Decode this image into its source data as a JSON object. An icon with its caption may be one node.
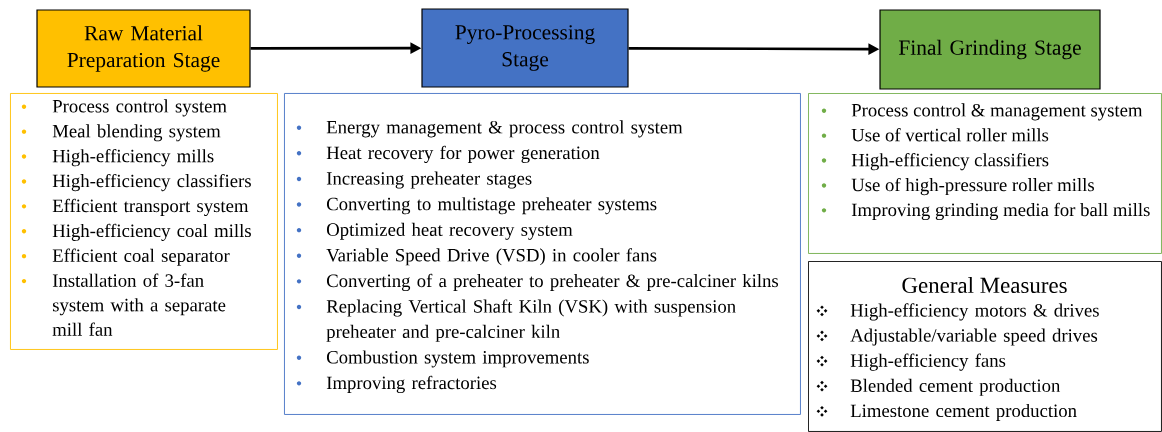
{
  "diagram": {
    "nodes": [
      {
        "text": [
          "Raw Material Preparation Stage"
        ]
      },
      {
        "text": [
          "Pyro-Processing Stage"
        ]
      },
      {
        "text": [
          "Final Grinding Stage"
        ]
      },
      {
        "text": [
          "Process control system",
          "Meal blending system",
          "High-efficiency mills",
          "High-efficiency classifiers",
          "Efficient transport system",
          "High-efficiency coal mills",
          "Efficient coal separator",
          "Installation of 3-fan system with a separate mill fan"
        ]
      },
      {
        "text": [
          "Energy management & process control system",
          "Heat recovery for power generation",
          "Increasing preheater stages",
          "Converting to multistage preheater systems",
          "Optimized heat recovery system",
          "Variable Speed Drive (VSD) in cooler fans",
          "Converting of a preheater to preheater & pre-calciner kilns",
          "Replacing Vertical Shaft Kiln (VSK) with suspension preheater and pre-calciner kiln",
          "Combustion system improvements",
          "Improving refractories"
        ]
      },
      {
        "text": [
          "Process control & management system",
          "Use of vertical roller mills",
          "High-efficiency classifiers",
          "Use of high-pressure roller mills",
          "Improving grinding media for ball mills"
        ]
      },
      {
        "text": [
          "General Measures",
          "High-efficiency motors & drives",
          "Adjustable/variable speed drives",
          "High-efficiency fans",
          "Blended cement production",
          "Limestone cement production"
        ]
      }
    ],
    "edges": [
      {
        "from": 0,
        "to": 1,
        "arrow": "to"
      },
      {
        "from": 1,
        "to": 2,
        "arrow": "to"
      }
    ]
  }
}
